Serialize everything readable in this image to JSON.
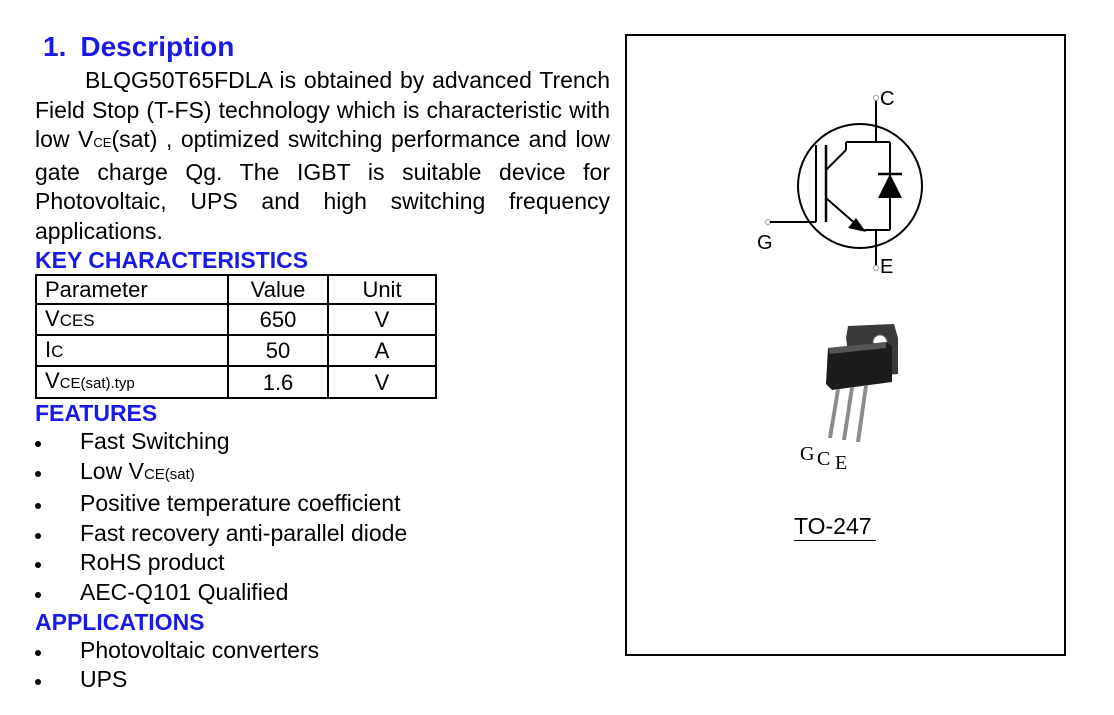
{
  "description": {
    "number": "1.",
    "heading": "Description",
    "part_number": "BLQG50T65FDLA",
    "text_1": "is obtained by advanced Trench Field Stop (T-FS) technology which is characteristic with low V",
    "text_sub": "CE",
    "text_2": "(sat) , optimized switching performance and low gate charge Qg. The IGBT is suitable device for Photovoltaic, UPS and high switching frequency applications."
  },
  "key_characteristics": {
    "heading": "KEY CHARACTERISTICS",
    "columns": [
      "Parameter",
      "Value",
      "Unit"
    ],
    "rows": [
      {
        "param": "V",
        "param_sub": "CES",
        "value": "650",
        "unit": "V"
      },
      {
        "param": "I",
        "param_sub": "C",
        "value": "50",
        "unit": "A"
      },
      {
        "param": "V",
        "param_sub": "CE(sat).typ",
        "value": "1.6",
        "unit": "V"
      }
    ]
  },
  "features": {
    "heading": "FEATURES",
    "items": [
      {
        "text": "Fast Switching"
      },
      {
        "text": "Low V",
        "sub": "CE(sat)"
      },
      {
        "text": "Positive temperature coefficient"
      },
      {
        "text": "Fast recovery anti-parallel diode"
      },
      {
        "text": "RoHS product"
      },
      {
        "text": "AEC-Q101 Qualified"
      }
    ]
  },
  "applications": {
    "heading": "APPLICATIONS",
    "items": [
      "Photovoltaic converters",
      "UPS"
    ]
  },
  "symbol": {
    "gate": "G",
    "collector": "C",
    "emitter": "E"
  },
  "package": {
    "pins_g": "G",
    "pins_c": "C",
    "pins_e": "E",
    "name": "TO-247"
  }
}
